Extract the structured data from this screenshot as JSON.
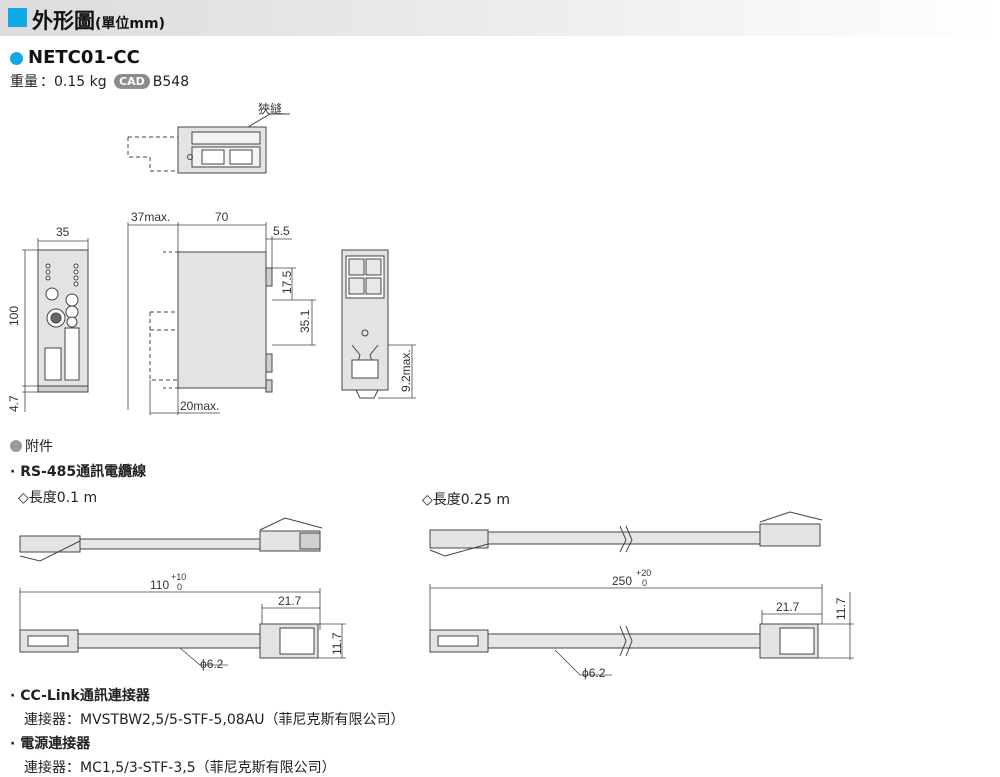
{
  "header": {
    "title": "外形圖",
    "unit": "(單位mm)"
  },
  "model": "NETC01-CC",
  "weight": {
    "label": "重量",
    "sep": "：",
    "value": "0.15 kg",
    "cad_badge": "CAD",
    "cad_code": "B548"
  },
  "drawing": {
    "slit_label": "狹縫",
    "dims": {
      "w35": "35",
      "h100": "100",
      "d47": "4.7",
      "d37": "37max.",
      "d70": "70",
      "d55": "5.5",
      "d175": "17.5",
      "d351": "35.1",
      "d20": "20max.",
      "d92": "9.2max."
    }
  },
  "accessories": {
    "title": "附件",
    "rs485": {
      "title": "· RS-485通訊電纜線",
      "short": {
        "label": "◇長度0.1 m",
        "length": "110",
        "tol_plus": "+10",
        "tol_minus": "0",
        "plug": "21.7",
        "height": "11.7",
        "dia": "ϕ6.2"
      },
      "long": {
        "label": "◇長度0.25 m",
        "length": "250",
        "tol_plus": "+20",
        "tol_minus": "0",
        "plug": "21.7",
        "height": "11.7",
        "dia": "ϕ6.2"
      }
    },
    "cclink": {
      "title": "· CC-Link通訊連接器",
      "detail": "連接器：MVSTBW2,5/5-STF-5,08AU（菲尼克斯有限公司）"
    },
    "power": {
      "title": "· 電源連接器",
      "detail": "連接器：MC1,5/3-STF-3,5（菲尼克斯有限公司）"
    }
  },
  "colors": {
    "accent": "#11a9e3",
    "line": "#444444",
    "fill": "#d9d9d9"
  }
}
